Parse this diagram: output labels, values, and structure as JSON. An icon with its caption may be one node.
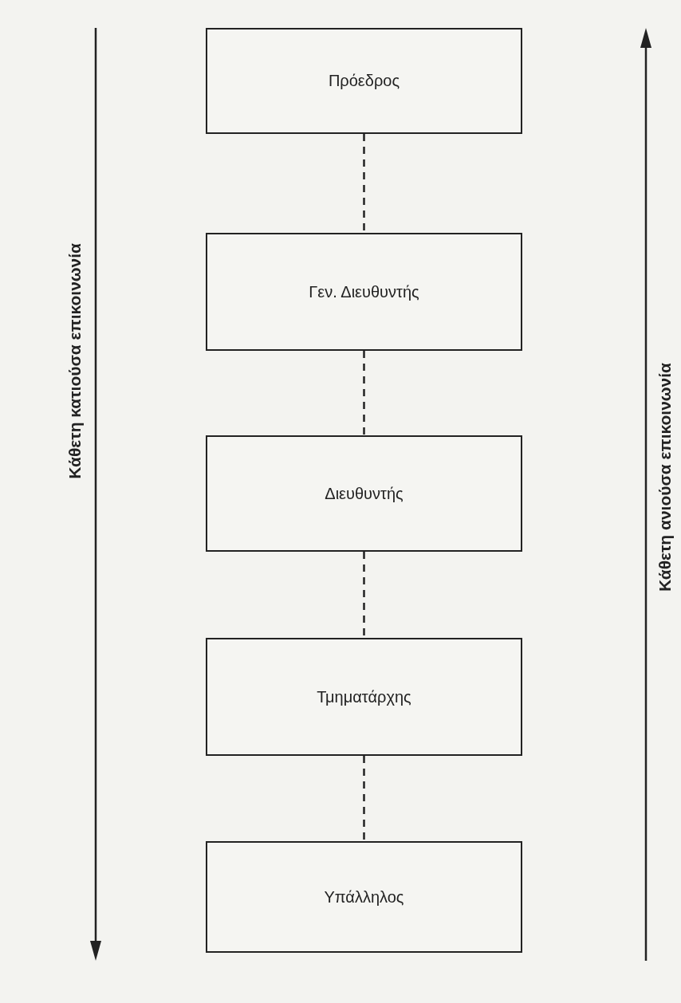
{
  "diagram": {
    "nodes": [
      {
        "text": [
          "Πρόεδρος"
        ]
      },
      {
        "text": [
          "Γεν. Διευθυντής"
        ]
      },
      {
        "text": [
          "Διευθυντής"
        ]
      },
      {
        "text": [
          "Τμηματάρχης"
        ]
      },
      {
        "text": [
          "Υπάλληλος"
        ]
      }
    ],
    "edges": [
      {
        "from": 0,
        "to": 1,
        "arrow": "none",
        "style": "dashed"
      },
      {
        "from": 1,
        "to": 2,
        "arrow": "none",
        "style": "dashed"
      },
      {
        "from": 2,
        "to": 3,
        "arrow": "none",
        "style": "dashed"
      },
      {
        "from": 3,
        "to": 4,
        "arrow": "none",
        "style": "dashed"
      }
    ],
    "labels": [
      "Κάθετη κατιούσα επικοινωνία",
      "Κάθετη ανιούσα επικοινωνία"
    ]
  }
}
